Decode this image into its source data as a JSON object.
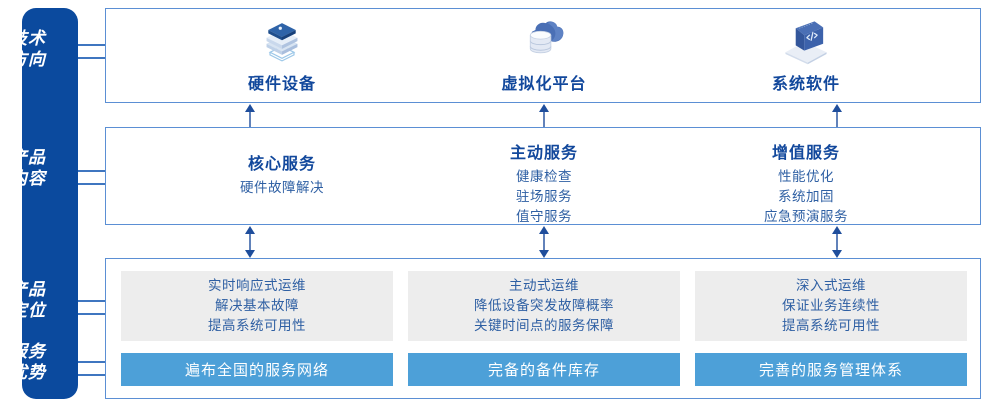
{
  "colors": {
    "sidebar_blue": "#0B4A9E",
    "box_border_blue": "#5B8FD4",
    "connector_blue": "#3F76C0",
    "title_blue": "#12489C",
    "text_blue": "#2E5FA3",
    "gray_card": "#EDEDED",
    "bar_blue": "#4DA0D8",
    "arrow_blue": "#1F4E9C",
    "white": "#FFFFFF"
  },
  "sidebar": {
    "labels": [
      {
        "name": "technology-direction",
        "lines": [
          "技术",
          "方向"
        ]
      },
      {
        "name": "product-content",
        "lines": [
          "产品",
          "内容"
        ]
      },
      {
        "name": "product-positioning",
        "lines": [
          "产品",
          "定位"
        ]
      },
      {
        "name": "service-advantage",
        "lines": [
          "服务",
          "优势"
        ]
      }
    ]
  },
  "tech_section": {
    "columns": [
      {
        "icon": "server-stack-icon",
        "title": "硬件设备"
      },
      {
        "icon": "cloud-database-icon",
        "title": "虚拟化平台"
      },
      {
        "icon": "laptop-code-icon",
        "title": "系统软件"
      }
    ]
  },
  "content_section": {
    "columns": [
      {
        "title": "核心服务",
        "items": [
          "硬件故障解决"
        ]
      },
      {
        "title": "主动服务",
        "items": [
          "健康检查",
          "驻场服务",
          "值守服务"
        ]
      },
      {
        "title": "增值服务",
        "items": [
          "性能优化",
          "系统加固",
          "应急预演服务"
        ]
      }
    ]
  },
  "bottom_section": {
    "columns": [
      {
        "positioning": [
          "实时响应式运维",
          "解决基本故障",
          "提高系统可用性"
        ],
        "advantage": "遍布全国的服务网络"
      },
      {
        "positioning": [
          "主动式运维",
          "降低设备突发故障概率",
          "关键时间点的服务保障"
        ],
        "advantage": "完备的备件库存"
      },
      {
        "positioning": [
          "深入式运维",
          "保证业务连续性",
          "提高系统可用性"
        ],
        "advantage": "完善的服务管理体系"
      }
    ]
  },
  "arrows": {
    "tech_to_content": [
      "arrow-up",
      "arrow-up",
      "arrow-up"
    ],
    "content_to_bottom": [
      "arrow-up-down",
      "arrow-up-down",
      "arrow-up-down"
    ]
  }
}
